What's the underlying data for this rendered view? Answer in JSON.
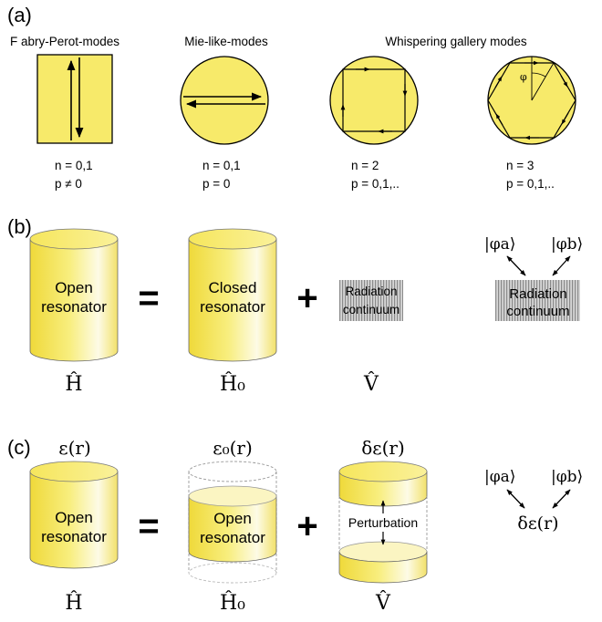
{
  "colors": {
    "yellow": "#f7ea6a",
    "yellow_light": "#fbf5c2",
    "outline": "#000000",
    "gray_continuum": "#b8b8b8"
  },
  "panel_a": {
    "label": "(a)",
    "modes": [
      {
        "title": "F abry-Perot-modes",
        "n": "n = 0,1",
        "p": "p ≠ 0"
      },
      {
        "title": "Mie-like-modes",
        "n": "n = 0,1",
        "p": "p = 0"
      },
      {
        "title": "",
        "n": "n = 2",
        "p": "p = 0,1,.."
      },
      {
        "title": "",
        "n": "n = 3",
        "p": "p = 0,1,.."
      }
    ],
    "group_title": "Whispering gallery modes",
    "phi": "φ"
  },
  "panel_b": {
    "label": "(b)",
    "open_text": [
      "Open",
      "resonator"
    ],
    "closed_text": [
      "Closed",
      "resonator"
    ],
    "continuum_text": [
      "Radiation",
      "continuum"
    ],
    "equals": "=",
    "plus": "+",
    "H": "Ĥ",
    "H0": "Ĥ₀",
    "V": "V̂",
    "ket_a": "|φa⟩",
    "ket_b": "|φb⟩"
  },
  "panel_c": {
    "label": "(c)",
    "eps": "ε(r)",
    "eps0": "ε₀(r)",
    "deps": "δε(r)",
    "open_text": [
      "Open",
      "resonator"
    ],
    "inner_text": [
      "Open",
      "resonator"
    ],
    "perturbation": "Perturbation",
    "equals": "=",
    "plus": "+",
    "H": "Ĥ",
    "H0": "Ĥ₀",
    "V": "V̂",
    "ket_a": "|φa⟩",
    "ket_b": "|φb⟩",
    "deps_right": "δε(r)"
  }
}
